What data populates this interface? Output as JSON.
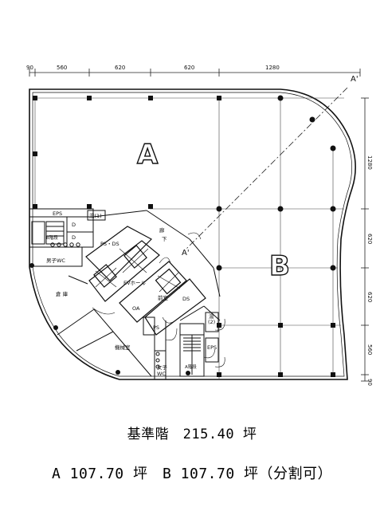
{
  "dimensions": {
    "top": [
      "90",
      "560",
      "620",
      "620",
      "1280"
    ],
    "right": [
      "1280",
      "620",
      "620",
      "560",
      "90"
    ]
  },
  "zones": {
    "a": "A",
    "b": "B"
  },
  "markers": {
    "a_prime_top": "A'",
    "a_prime_mid": "A'"
  },
  "rooms": {
    "eps_left": "EPS",
    "yu1": "湯(1)",
    "d_top": "D",
    "d_bottom": "D",
    "stairs_b": "B階段",
    "mens_wc": "男子WC",
    "ps_ds": "PS・DS",
    "corridor": "廊",
    "corridor2": "下",
    "ev_hall": "EVホール",
    "storage": "倉 庫",
    "waiting": "前室",
    "ds": "DS",
    "oa": "OA",
    "yu2": "湯",
    "yu2b": "(2)",
    "ps": "PS",
    "machine": "機械室",
    "eps_right": "EPS",
    "stairs_a": "A階段",
    "womens_wc_1": "女子",
    "womens_wc_2": "WC"
  },
  "summary": {
    "line1": "基準階　215.40 坪",
    "line2": "A 107.70 坪　B 107.70 坪（分割可）"
  }
}
